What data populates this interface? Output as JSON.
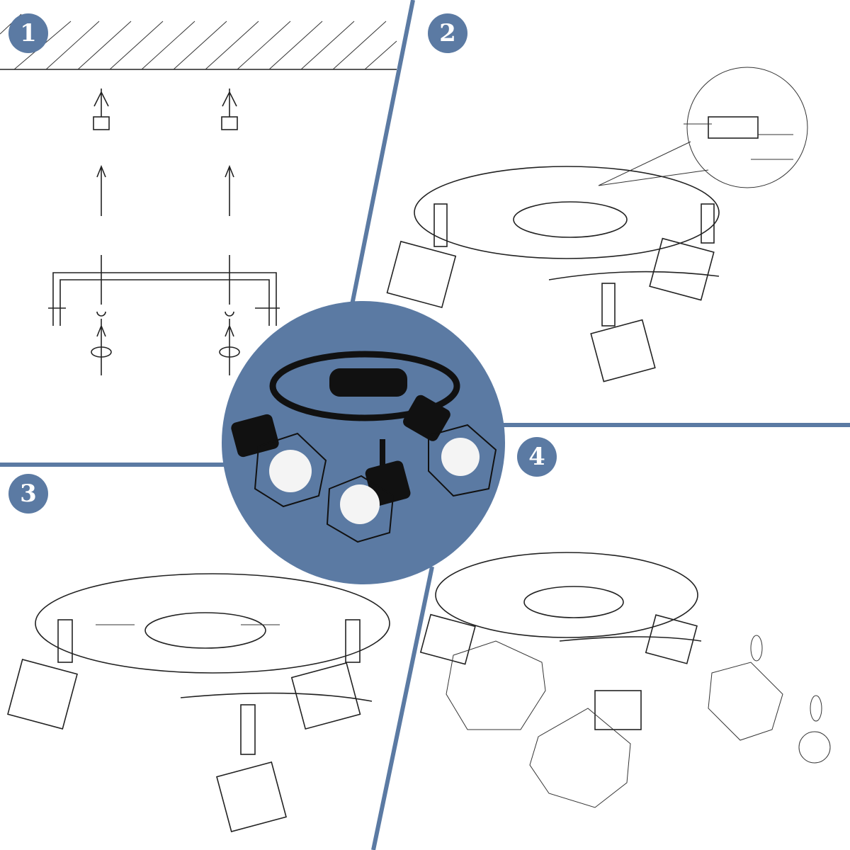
{
  "steps": [
    {
      "number": "1"
    },
    {
      "number": "2"
    },
    {
      "number": "3"
    },
    {
      "number": "4"
    }
  ],
  "colors": {
    "accent": "#5b7aa3",
    "line": "#222222",
    "background": "#ffffff"
  }
}
